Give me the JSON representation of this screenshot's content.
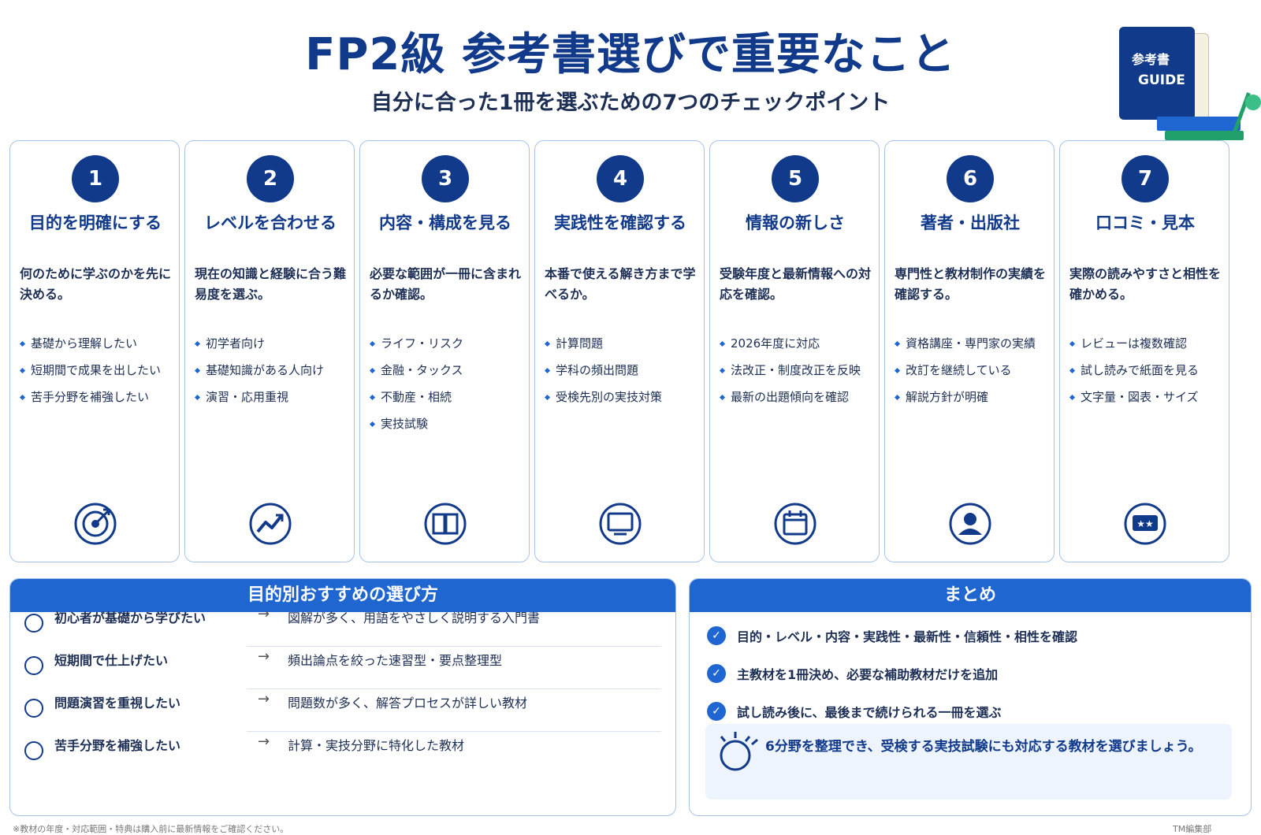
{
  "header": {
    "title": "FP2級 参考書選びで重要なこと",
    "subtitle": "自分に合った1冊を選ぶための7つのチェックポイント"
  },
  "guide_badge": {
    "line1": "参考書",
    "line2": "GUIDE"
  },
  "cards": [
    {
      "number": "1",
      "title": "目的を明確にする",
      "desc": "何のために学ぶのかを先に決める。",
      "items": [
        "基礎から理解したい",
        "短期間で成果を出したい",
        "苦手分野を補強したい"
      ],
      "icon": "target-icon"
    },
    {
      "number": "2",
      "title": "レベルを合わせる",
      "desc": "現在の知識と経験に合う難易度を選ぶ。",
      "items": [
        "初学者向け",
        "基礎知識がある人向け",
        "演習・応用重視"
      ],
      "icon": "trend-chart-icon"
    },
    {
      "number": "3",
      "title": "内容・構成を見る",
      "desc": "必要な範囲が一冊に含まれるか確認。",
      "items": [
        "ライフ・リスク",
        "金融・タックス",
        "不動産・相続",
        "実技試験"
      ],
      "icon": "open-book-icon"
    },
    {
      "number": "4",
      "title": "実践性を確認する",
      "desc": "本番で使える解き方まで学べるか。",
      "items": [
        "計算問題",
        "学科の頻出問題",
        "受検先別の実技対策"
      ],
      "icon": "monitor-icon"
    },
    {
      "number": "5",
      "title": "情報の新しさ",
      "desc": "受験年度と最新情報への対応を確認。",
      "items": [
        "2026年度に対応",
        "法改正・制度改正を反映",
        "最新の出題傾向を確認"
      ],
      "icon": "calendar-icon"
    },
    {
      "number": "6",
      "title": "著者・出版社",
      "desc": "専門性と教材制作の実績を確認する。",
      "items": [
        "資格講座・専門家の実績",
        "改訂を継続している",
        "解説方針が明確"
      ],
      "icon": "person-icon"
    },
    {
      "number": "7",
      "title": "口コミ・見本",
      "desc": "実際の読みやすさと相性を確かめる。",
      "items": [
        "レビューは複数確認",
        "試し読みで紙面を見る",
        "文字量・図表・サイズ"
      ],
      "icon": "rating-stars-icon"
    }
  ],
  "recommend": {
    "heading": "目的別おすすめの選び方",
    "arrow": "→",
    "rows": [
      {
        "label": "初心者が基礎から学びたい",
        "desc": "図解が多く、用語をやさしく説明する入門書"
      },
      {
        "label": "短期間で仕上げたい",
        "desc": "頻出論点を絞った速習型・要点整理型"
      },
      {
        "label": "問題演習を重視したい",
        "desc": "問題数が多く、解答プロセスが詳しい教材"
      },
      {
        "label": "苦手分野を補強したい",
        "desc": "計算・実技分野に特化した教材"
      }
    ]
  },
  "summary": {
    "heading": "まとめ",
    "check_mark": "✓",
    "points": [
      "目的・レベル・内容・実践性・最新性・信頼性・相性を確認",
      "主教材を1冊決め、必要な補助教材だけを追加",
      "試し読み後に、最後まで続けられる一冊を選ぶ"
    ],
    "tip": "6分野を整理でき、受検する実技試験にも対応する教材を選びましょう。"
  },
  "footer": {
    "note": "※教材の年度・対応範囲・特典は購入前に最新情報をご確認ください。",
    "credit": "TM編集部"
  },
  "colors": {
    "navy": "#123a8a",
    "blue": "#1f66d0",
    "border": "#a9c3e8",
    "tip_bg": "#edf4fe",
    "green": "#22a06b"
  }
}
